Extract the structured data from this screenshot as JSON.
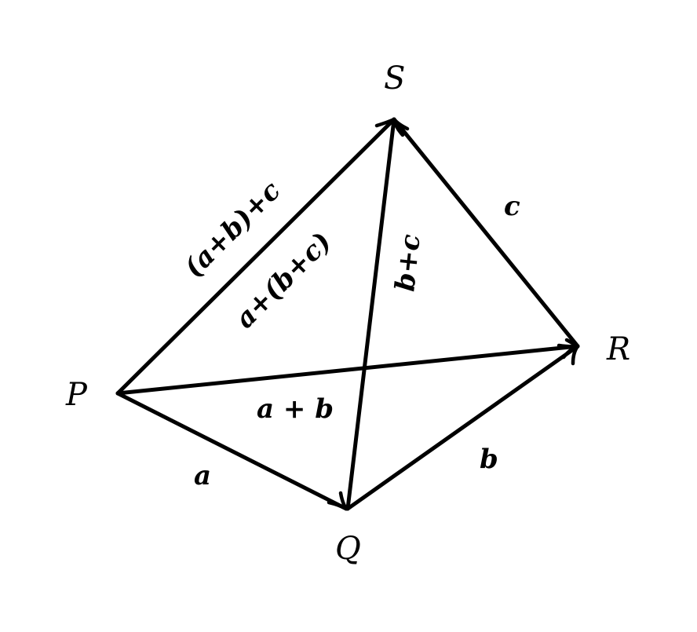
{
  "points": {
    "P": "P",
    "Q": "Q",
    "R": "R",
    "S": "S"
  },
  "vectors": {
    "a": "a",
    "b": "b",
    "c": "c",
    "a_plus_b": "a + b",
    "b_plus_c": "b+c",
    "ab_plus_c": "(a+b)+c",
    "a_plus_bc": "a+(b+c)"
  }
}
